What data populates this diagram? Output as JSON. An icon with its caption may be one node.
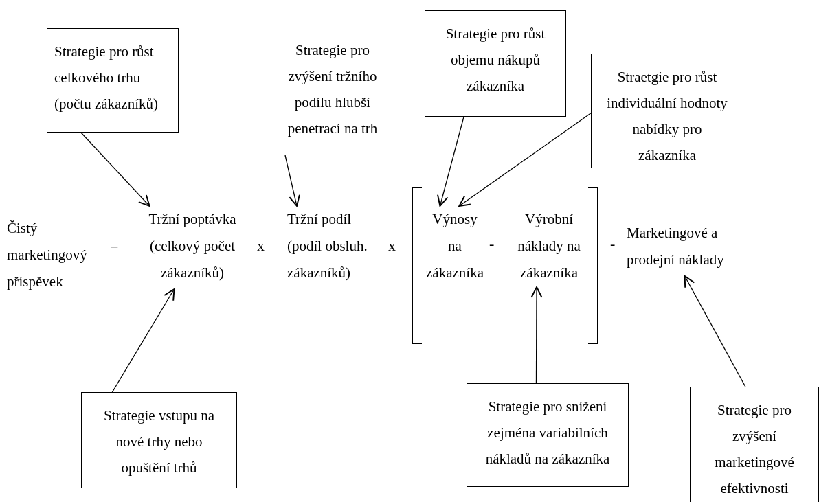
{
  "diagram": {
    "nodes": [
      {
        "text": [
          "Strategie pro růst celkového trhu (počtu zákazníků)"
        ]
      },
      {
        "text": [
          "Strategie pro zvýšení tržního podílu hlubší penetrací na trh"
        ]
      },
      {
        "text": [
          "Strategie pro růst objemu nákupů zákazníka"
        ]
      },
      {
        "text": [
          "Straetgie pro růst individuální hodnoty nabídky pro zákazníka"
        ]
      },
      {
        "text": [
          "Čistý marketingový příspěvek"
        ]
      },
      {
        "text": [
          "Tržní poptávka (celkový počet zákazníků)"
        ]
      },
      {
        "text": [
          "Tržní podíl (podíl obsluh. zákazníků)"
        ]
      },
      {
        "text": [
          "Výnosy na zákazníka"
        ]
      },
      {
        "text": [
          "Výrobní náklady na zákazníka"
        ]
      },
      {
        "text": [
          "Marketingové a prodejní náklady"
        ]
      },
      {
        "text": [
          "Strategie vstupu na nové trhy nebo opuštění trhů"
        ]
      },
      {
        "text": [
          "Strategie pro snížení zejména variabilních nákladů na zákazníka"
        ]
      },
      {
        "text": [
          "Strategie pro zvýšení marketingové efektivnosti"
        ]
      }
    ],
    "edges": [
      {
        "from": 0,
        "to": 5,
        "arrow": "to"
      },
      {
        "from": 1,
        "to": 6,
        "arrow": "to"
      },
      {
        "from": 2,
        "to": 7,
        "arrow": "to"
      },
      {
        "from": 3,
        "to": 7,
        "arrow": "to"
      },
      {
        "from": 10,
        "to": 5,
        "arrow": "to"
      },
      {
        "from": 11,
        "to": 8,
        "arrow": "to"
      },
      {
        "from": 12,
        "to": 9,
        "arrow": "to"
      }
    ],
    "labels": [
      "=",
      "x",
      "x",
      "-",
      "-"
    ]
  }
}
